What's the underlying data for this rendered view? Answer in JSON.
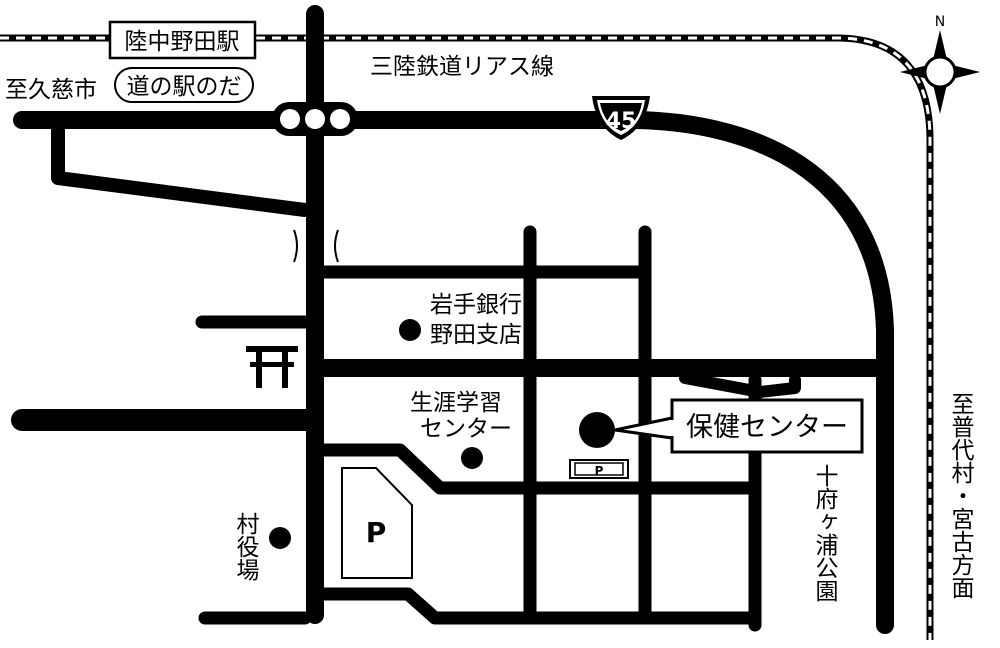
{
  "map": {
    "stations": {
      "rikuchu_noda": "陸中野田駅"
    },
    "railway": {
      "name": "三陸鉄道リアス線"
    },
    "directions": {
      "kuji": "至久慈市",
      "fudai_miyako": "至普代村・宮古方面"
    },
    "landmarks": {
      "michi_no_eki": "道の駅のだ",
      "iwate_bank": [
        "岩手銀行",
        "野田支店"
      ],
      "lifelong_learning": [
        "生涯学習",
        "センター"
      ],
      "village_office": "村役場",
      "health_center": "保健センター",
      "park": "十府ヶ浦公園"
    },
    "route": {
      "number": "45"
    },
    "parking": {
      "symbol": "P"
    },
    "compass": {
      "north": "N"
    },
    "colors": {
      "ink": "#000000",
      "paper": "#ffffff"
    }
  }
}
